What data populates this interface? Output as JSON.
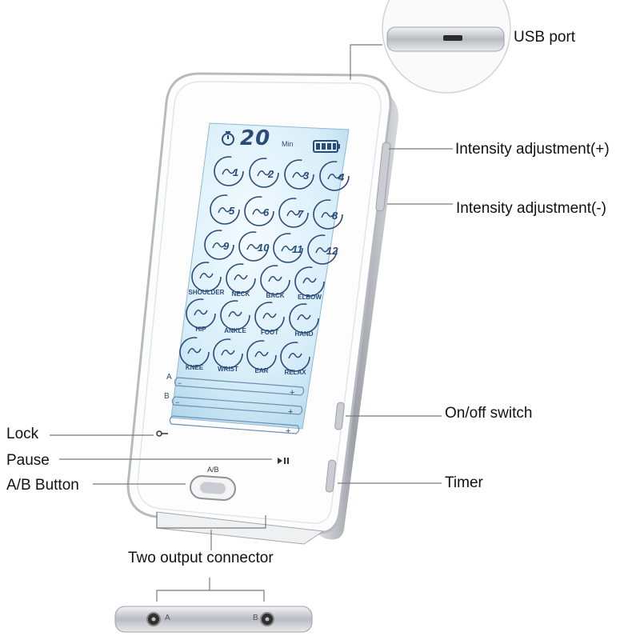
{
  "labels": {
    "usb_port": "USB port",
    "intensity_plus": "Intensity adjustment(+)",
    "intensity_minus": "Intensity adjustment(-)",
    "onoff": "On/off switch",
    "timer": "Timer",
    "lock": "Lock",
    "pause": "Pause",
    "ab_button": "A/B Button",
    "two_output": "Two output connector"
  },
  "screen": {
    "timer_value": "20",
    "timer_unit": "Min",
    "channel_a": "A",
    "channel_b": "B",
    "programs": [
      "1",
      "2",
      "3",
      "4",
      "5",
      "6",
      "7",
      "8",
      "9",
      "10",
      "11",
      "12"
    ],
    "body_parts": [
      "SHOULDER",
      "NECK",
      "BACK",
      "ELBOW",
      "HIP",
      "ANKLE",
      "FOOT",
      "HAND",
      "KNEE",
      "WRIST",
      "EAR",
      "RELAX"
    ]
  },
  "device": {
    "ab_label": "A/B",
    "connector_a": "A",
    "connector_b": "B"
  },
  "colors": {
    "screen_glow": "#dff2fb",
    "screen_icon": "#2a4a7a",
    "device_frame": "#c9ccd1",
    "device_face": "#fdfdfd"
  }
}
